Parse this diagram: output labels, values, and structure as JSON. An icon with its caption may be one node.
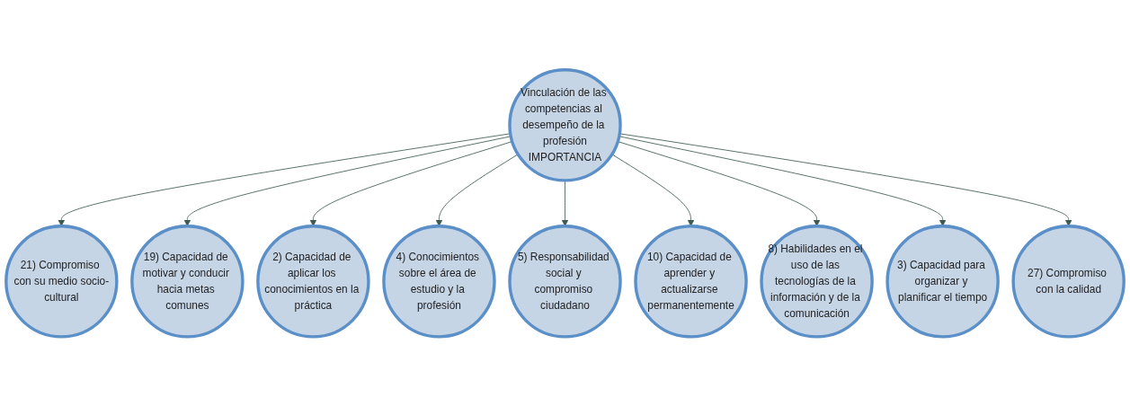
{
  "diagram": {
    "nodes": [
      {
        "text": [
          "Vinculación de las competencias al desempeño de la profesión",
          "IMPORTANCIA"
        ]
      },
      {
        "text": [
          "21) Compromiso con su medio socio-cultural"
        ]
      },
      {
        "text": [
          "19) Capacidad de motivar y conducir hacia metas comunes"
        ]
      },
      {
        "text": [
          "2) Capacidad de aplicar los conocimientos en la práctica"
        ]
      },
      {
        "text": [
          "4) Conocimientos sobre el área de estudio y la profesión"
        ]
      },
      {
        "text": [
          "5) Responsabilidad social y compromiso ciudadano"
        ]
      },
      {
        "text": [
          "10) Capacidad de aprender y actualizarse permanentemente"
        ]
      },
      {
        "text": [
          "8) Habilidades en el uso de las tecnologías de la información y de la comunicación"
        ]
      },
      {
        "text": [
          "3) Capacidad para organizar y planificar el tiempo"
        ]
      },
      {
        "text": [
          "27) Compromiso con la calidad"
        ]
      }
    ],
    "edges": [
      {
        "from": 0,
        "to": 1,
        "arrow": "to"
      },
      {
        "from": 0,
        "to": 2,
        "arrow": "to"
      },
      {
        "from": 0,
        "to": 3,
        "arrow": "to"
      },
      {
        "from": 0,
        "to": 4,
        "arrow": "to"
      },
      {
        "from": 0,
        "to": 5,
        "arrow": "to"
      },
      {
        "from": 0,
        "to": 6,
        "arrow": "to"
      },
      {
        "from": 0,
        "to": 7,
        "arrow": "to"
      },
      {
        "from": 0,
        "to": 8,
        "arrow": "to"
      },
      {
        "from": 0,
        "to": 9,
        "arrow": "to"
      }
    ]
  }
}
